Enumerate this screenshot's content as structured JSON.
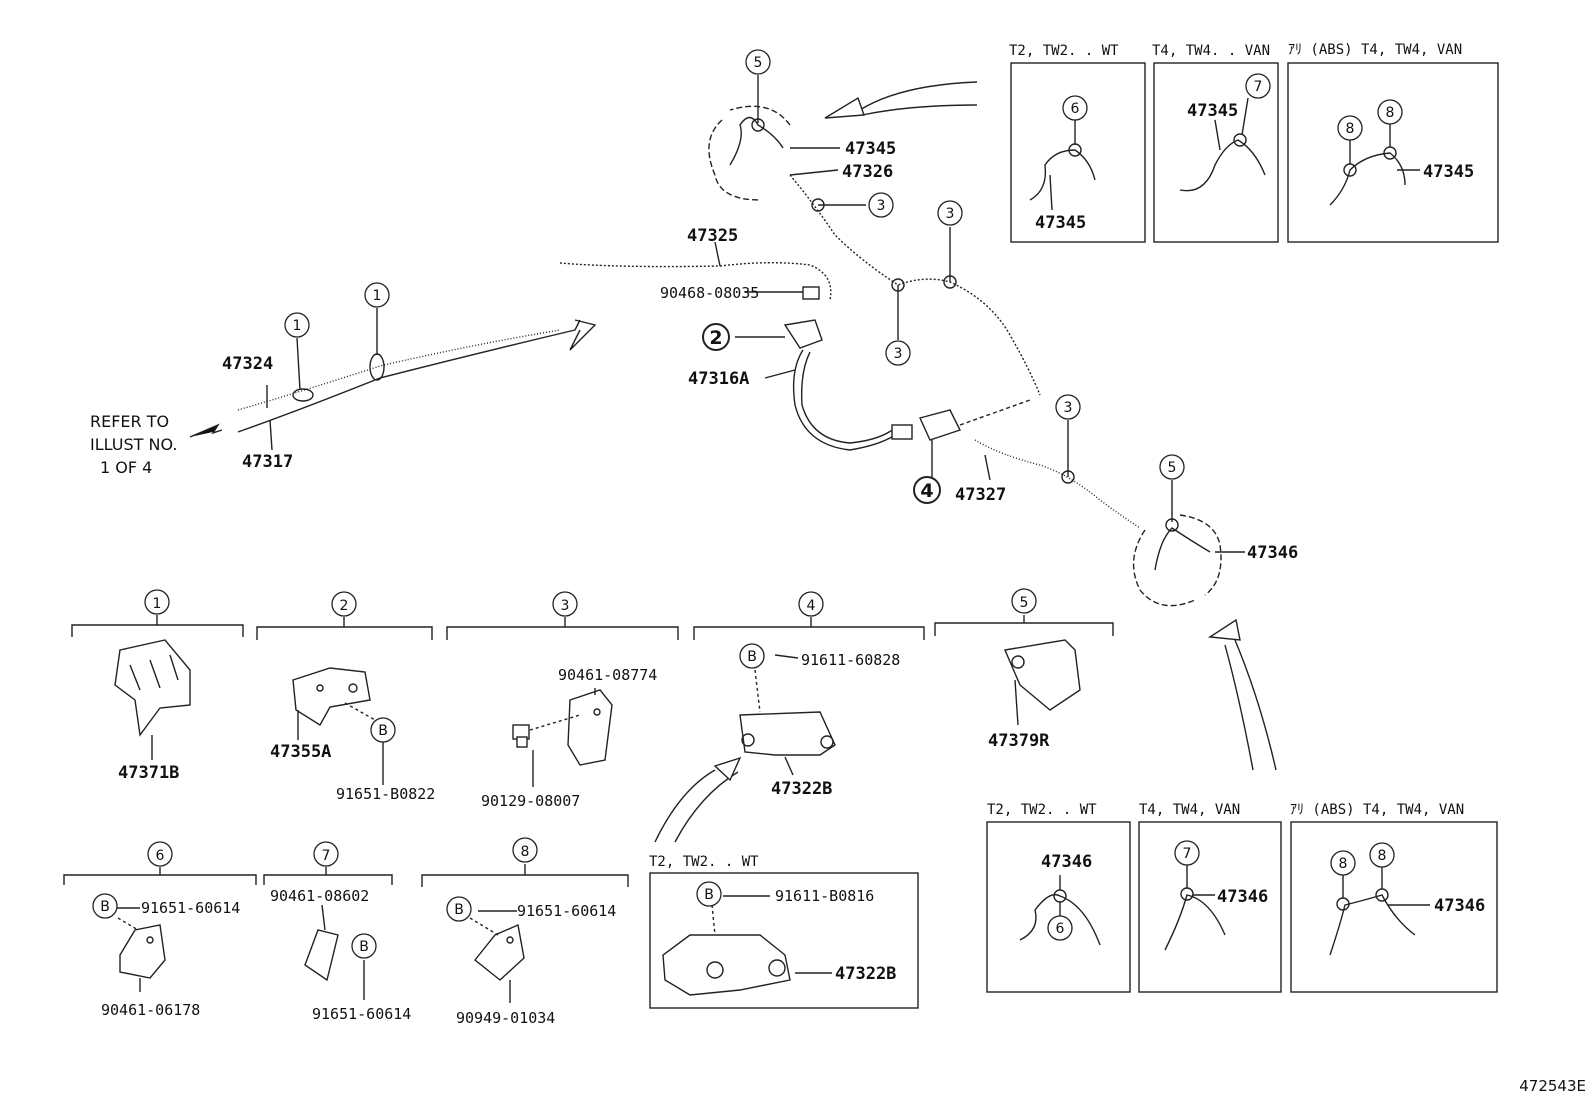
{
  "refer": [
    "REFER TO",
    "ILLUST NO.",
    "1  OF  4"
  ],
  "parts": {
    "p47345_main": "47345",
    "p47326": "47326",
    "p47325": "47325",
    "p90468": "90468-08035",
    "p47324": "47324",
    "p47317": "47317",
    "p47316a": "47316A",
    "p47327": "47327",
    "p47346_main": "47346",
    "p47371b": "47371B",
    "p47355a": "47355A",
    "p91651_b0822": "91651-B0822",
    "p90461_08774": "90461-08774",
    "p90129": "90129-08007",
    "p91611_60828": "91611-60828",
    "p47322b_a": "47322B",
    "p47379r": "47379R",
    "p91651_60614_a": "91651-60614",
    "p90461_06178": "90461-06178",
    "p90461_08602": "90461-08602",
    "p91651_60614_b": "91651-60614",
    "p91651_60614_c": "91651-60614",
    "p90949": "90949-01034",
    "p91611_b0816": "91611-B0816",
    "p47322b_b": "47322B",
    "box_t1": "47345",
    "box_t2": "47345",
    "box_t3": "47345",
    "box_b1": "47346",
    "box_b2": "47346",
    "box_b3": "47346"
  },
  "captions": {
    "top1": "T2, TW2. . WT",
    "top2": "T4, TW4. . VAN",
    "top3": "ｱﾘ (ABS) T4, TW4, VAN",
    "bot1": "T2, TW2. . WT",
    "bot2": "T4, TW4, VAN",
    "bot3": "ｱﾘ (ABS) T4, TW4, VAN",
    "inset": "T2, TW2. . WT"
  },
  "callouts": {
    "c1": "1",
    "c2": "2",
    "c3": "3",
    "c4": "4",
    "c5": "5",
    "c6": "6",
    "c7": "7",
    "c8": "8",
    "b": "B"
  },
  "footer": "472543E"
}
